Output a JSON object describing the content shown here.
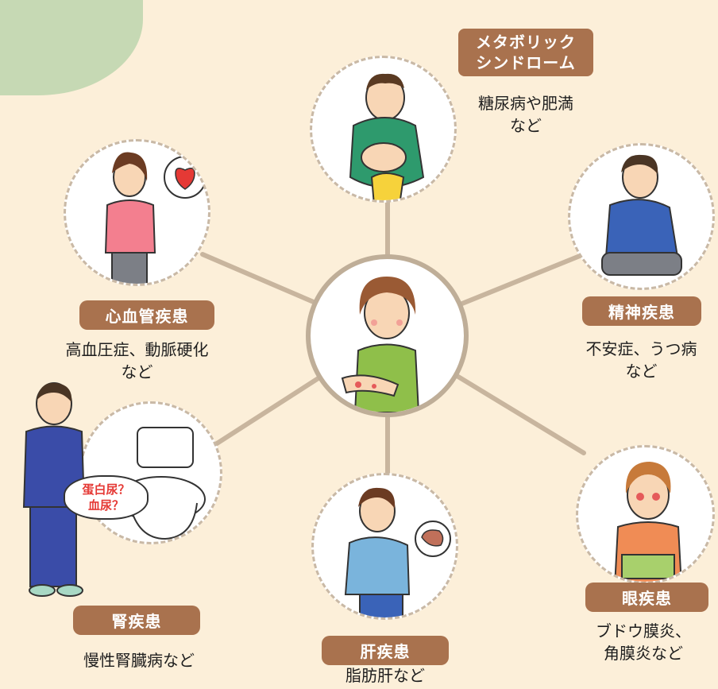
{
  "center": {
    "name": "skin-condition-person"
  },
  "nodes": {
    "metabolic": {
      "title_line1": "メタボリック",
      "title_line2": "シンドローム",
      "desc_line1": "糖尿病や肥満",
      "desc_line2": "など"
    },
    "cardio": {
      "title": "心血管疾患",
      "desc_line1": "高血圧症、動脈硬化",
      "desc_line2": "など"
    },
    "mental": {
      "title": "精神疾患",
      "desc_line1": "不安症、うつ病",
      "desc_line2": "など"
    },
    "kidney": {
      "title": "腎疾患",
      "desc": "慢性腎臓病など",
      "bubble_line1": "蛋白尿？",
      "bubble_line2": "血尿？"
    },
    "liver": {
      "title": "肝疾患",
      "desc": "脂肪肝など"
    },
    "eye": {
      "title": "眼疾患",
      "desc_line1": "ブドウ膜炎、",
      "desc_line2": "角膜炎など"
    }
  },
  "colors": {
    "badge": "#a9724e",
    "connector": "#c8b59e",
    "bubble_text": "#e53935"
  }
}
